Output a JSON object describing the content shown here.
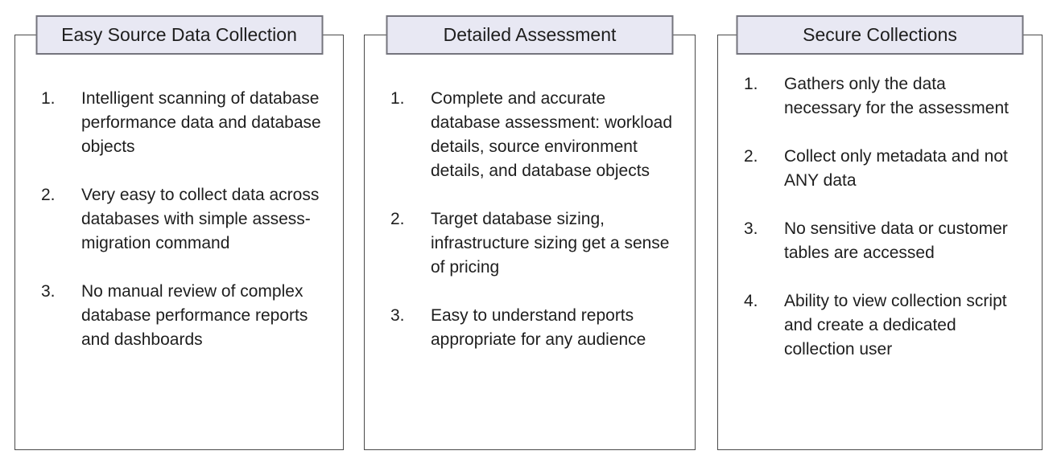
{
  "colors": {
    "background": "#ffffff",
    "panel_border": "#4a4a4a",
    "title_fill": "#e8e8f3",
    "title_border": "#74747d",
    "text": "#1e1e1e"
  },
  "panels": [
    {
      "title": "Easy Source Data Collection",
      "items": [
        {
          "number": "1.",
          "text": "Intelligent scanning of database performance data and database objects"
        },
        {
          "number": "2.",
          "text": "Very easy to collect data across databases with simple assess-migration command"
        },
        {
          "number": "3.",
          "text": "No manual review of complex database performance reports and dashboards"
        }
      ]
    },
    {
      "title": "Detailed Assessment",
      "items": [
        {
          "number": "1.",
          "text": "Complete and accurate database assessment: workload details, source environment details, and database objects"
        },
        {
          "number": "2.",
          "text": "Target database sizing, infrastructure sizing get a sense of pricing"
        },
        {
          "number": "3.",
          "text": "Easy to understand reports appropriate for any audience"
        }
      ]
    },
    {
      "title": "Secure Collections",
      "items": [
        {
          "number": "1.",
          "text": "Gathers only the data necessary for the assessment"
        },
        {
          "number": "2.",
          "text": "Collect only metadata and not ANY data"
        },
        {
          "number": "3.",
          "text": "No sensitive data or customer tables are accessed"
        },
        {
          "number": "4.",
          "text": "Ability to view collection script and create a dedicated collection user"
        }
      ]
    }
  ]
}
